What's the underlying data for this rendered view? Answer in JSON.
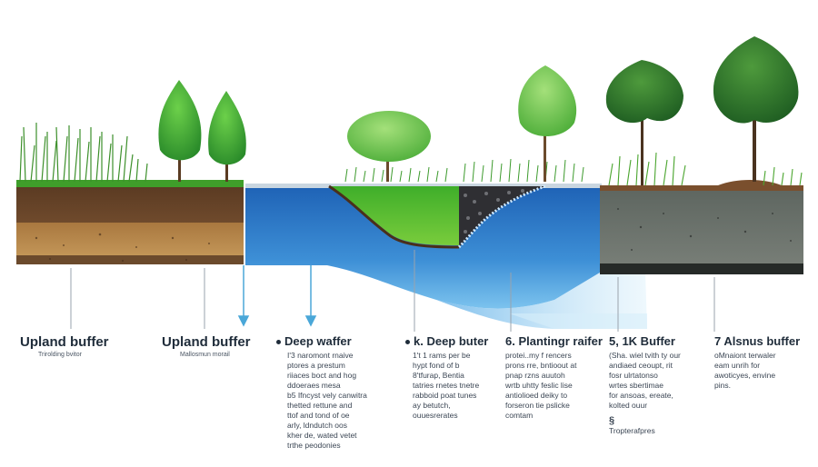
{
  "zones": [
    {
      "title": "Upland buffer",
      "subtitle": "Trirolding bvitor",
      "lines": []
    },
    {
      "title": "Upland buffer",
      "subtitle": "Mallosmun morail",
      "lines": []
    },
    {
      "title": "Deep waffer",
      "lines": [
        "I'3 naromont rnaive",
        "ptores a prestum",
        "riiaces boct and hog",
        "ddoeraes mesa",
        "b5 Ifncyst vely canwitra",
        "thetted rettune and",
        "ttof and tond of oe",
        "arly, ldndutch oos",
        "kher de, wated vetet",
        "trthe peodonies"
      ]
    },
    {
      "title": "k. Deep buter",
      "lines": [
        "1't 1 rams per be",
        "hypt fond of b",
        "8'tfurap, Bentia",
        "tatries rnetes tnetre",
        "rabboid poat tunes",
        "ay betutch,",
        "ouuesrerates"
      ]
    },
    {
      "title": "6. Plantingr raifer",
      "lines": [
        "protei..my f  rencers",
        "prons rre, bntioout at",
        "pnap rzns auutoh",
        "wrtb uhtty feslic lise",
        "antiolioed deiky to",
        "forseron tie pslicke",
        "comtam"
      ]
    },
    {
      "title": "5, 1K Buffer",
      "lines": [
        "(Sha. wiel tvith ty our",
        "andiaed ceoupt, rit",
        "fosr ulrtatonso",
        "wrtes sbertimae",
        "for ansoas, ereate,",
        "kolted ouur"
      ],
      "footnote": "Tropterafpres"
    },
    {
      "title": "7 Alsnus buffer",
      "lines": [
        "oMnaiont terwaler",
        "eam unrih for",
        "awoticyes, envine",
        "pins."
      ]
    }
  ]
}
